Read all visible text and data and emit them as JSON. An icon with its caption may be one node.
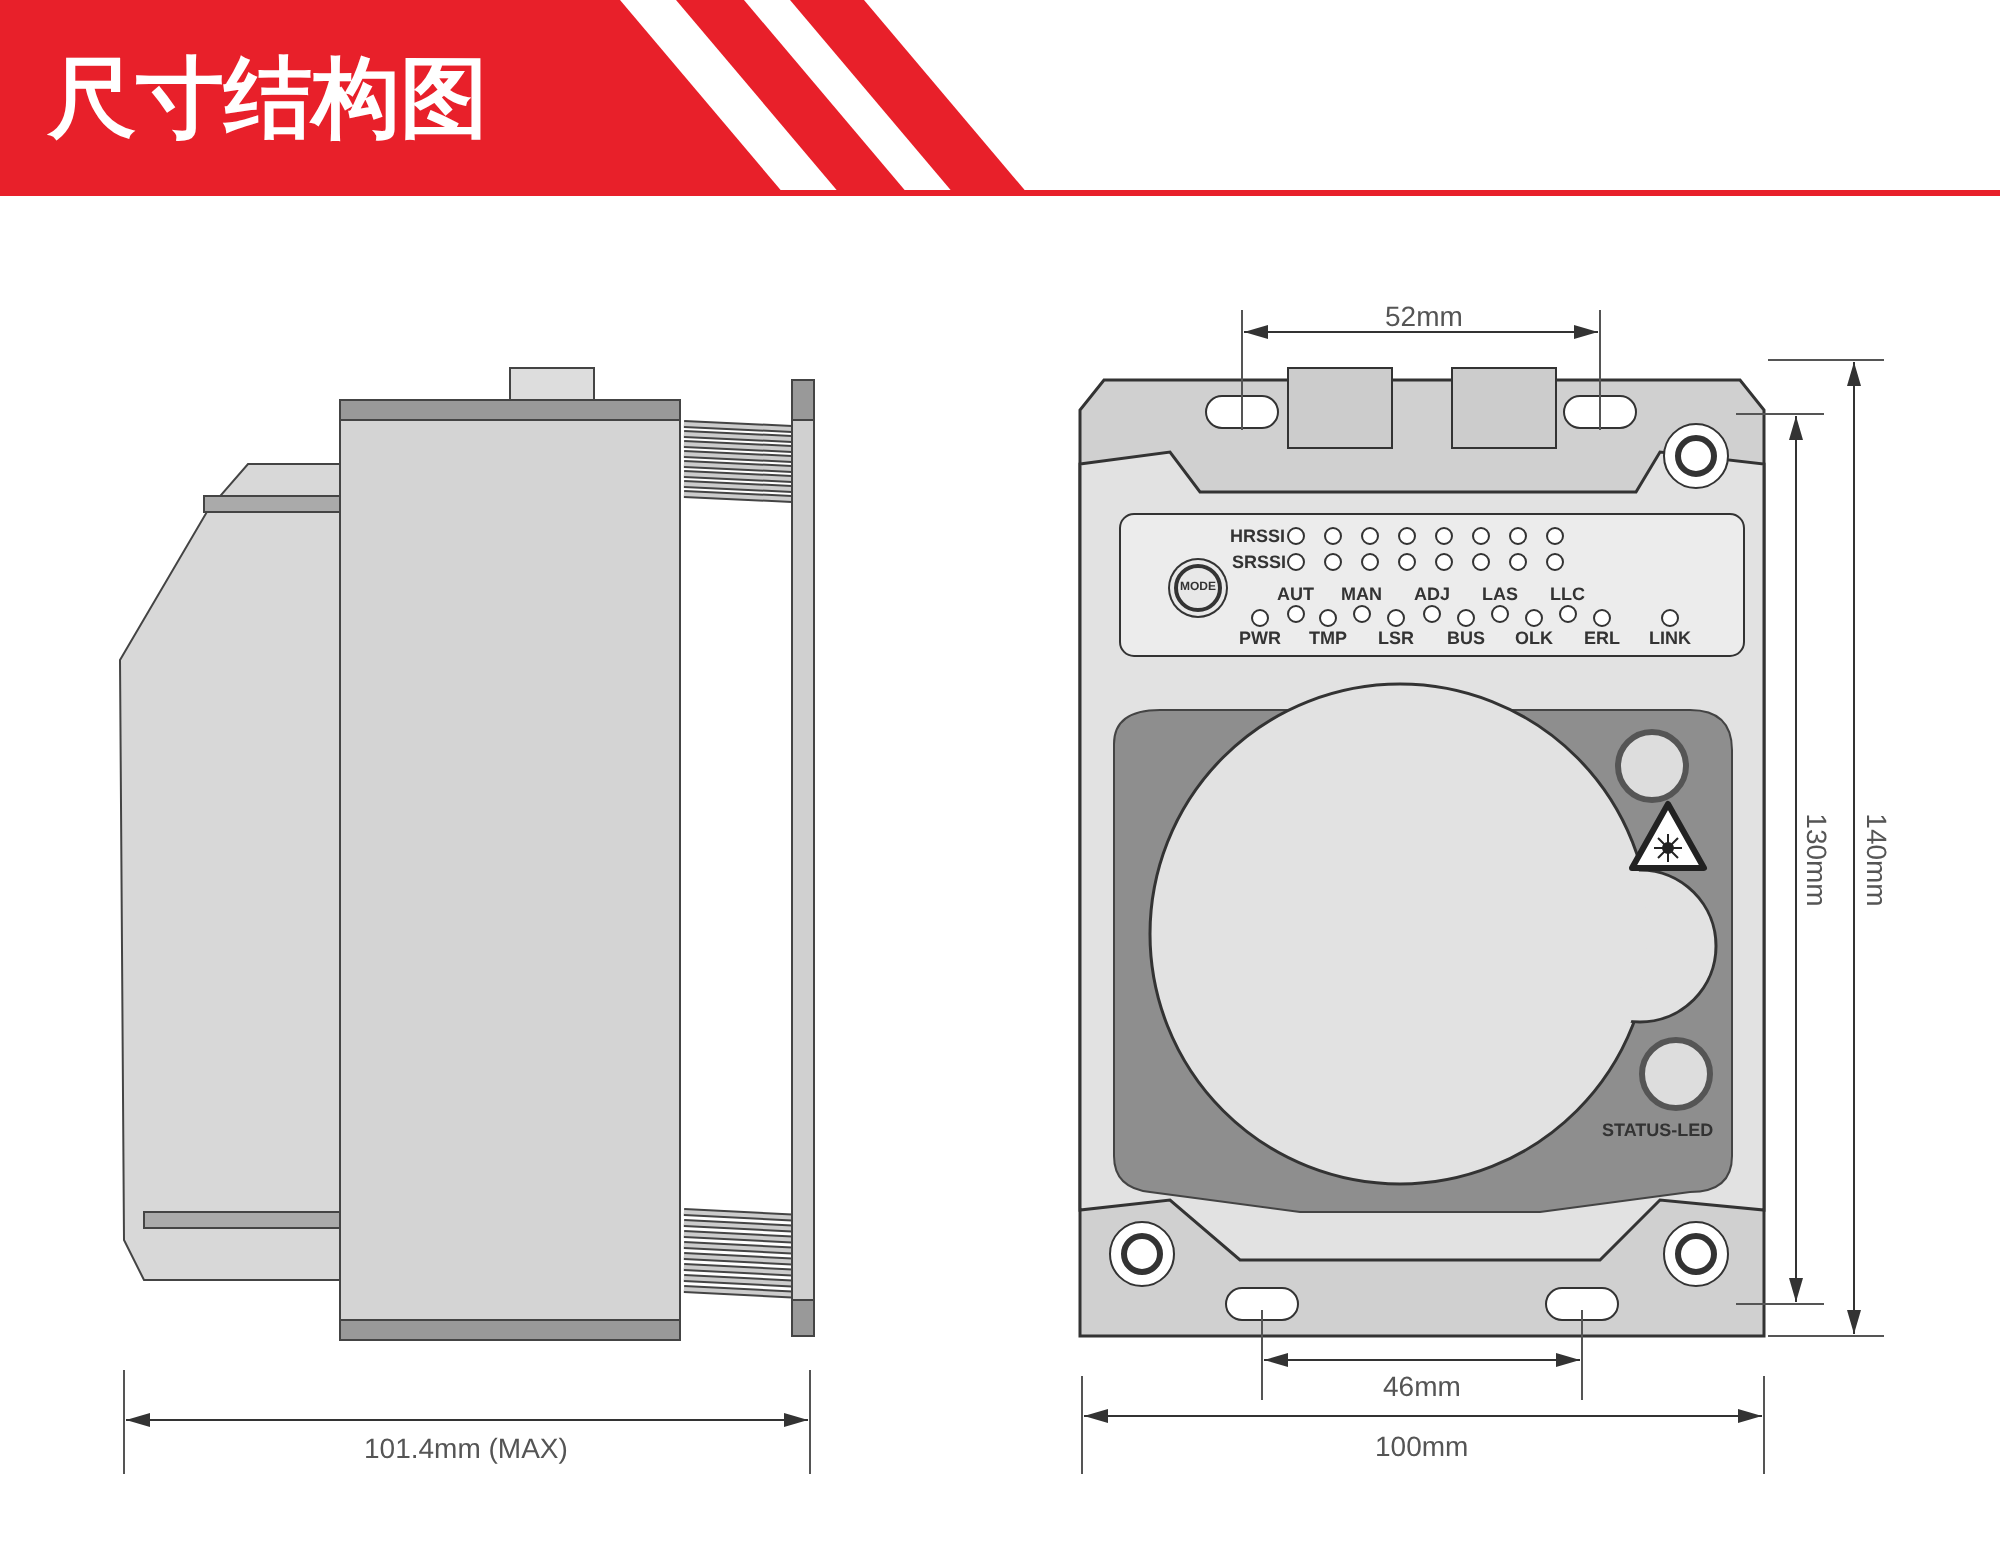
{
  "diagram": {
    "title": "尺寸结构图",
    "labels": [
      "HRSSI",
      "SRSSI",
      "MODE",
      "AUT",
      "MAN",
      "ADJ",
      "LAS",
      "LLC",
      "PWR",
      "TMP",
      "LSR",
      "BUS",
      "OLK",
      "ERL",
      "LINK",
      "STATUS-LED",
      "52mm",
      "130mm",
      "140mm",
      "101.4mm (MAX)",
      "46mm",
      "100mm"
    ]
  }
}
